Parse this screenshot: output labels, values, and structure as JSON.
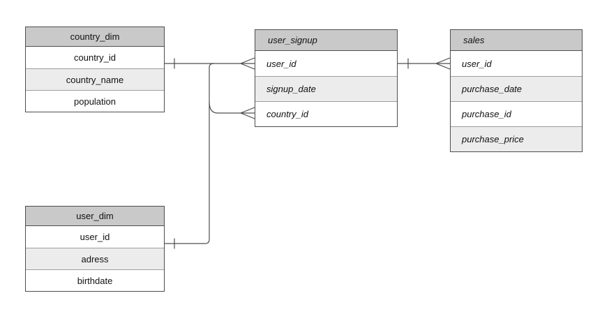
{
  "diagram": {
    "type": "entity-relationship",
    "tables": [
      {
        "id": "country_dim",
        "title": "country_dim",
        "text_style": "regular-centered",
        "rows": [
          "country_id",
          "country_name",
          "population"
        ]
      },
      {
        "id": "user_signup",
        "title": "user_signup",
        "text_style": "italic-left",
        "rows": [
          "user_id",
          "signup_date",
          "country_id"
        ]
      },
      {
        "id": "sales",
        "title": "sales",
        "text_style": "italic-left",
        "rows": [
          "user_id",
          "purchase_date",
          "purchase_id",
          "purchase_price"
        ]
      },
      {
        "id": "user_dim",
        "title": "user_dim",
        "text_style": "regular-centered",
        "rows": [
          "user_id",
          "adress",
          "birthdate"
        ]
      }
    ],
    "relationships": [
      {
        "from": "country_dim.country_id",
        "from_cardinality": "one",
        "to": "user_signup.country_id",
        "to_cardinality": "many"
      },
      {
        "from": "user_dim.user_id",
        "from_cardinality": "one",
        "to": "user_signup.user_id",
        "to_cardinality": "many"
      },
      {
        "from": "user_signup.user_id",
        "from_cardinality": "one",
        "to": "sales.user_id",
        "to_cardinality": "many"
      }
    ],
    "colors": {
      "header_bg": "#c9c9c9",
      "row_bg": "#ffffff",
      "row_alt_bg": "#ececec",
      "border": "#4d4d4d",
      "row_divider": "#9e9e9e",
      "connector": "#4d4d4d",
      "background": "#ffffff"
    }
  }
}
